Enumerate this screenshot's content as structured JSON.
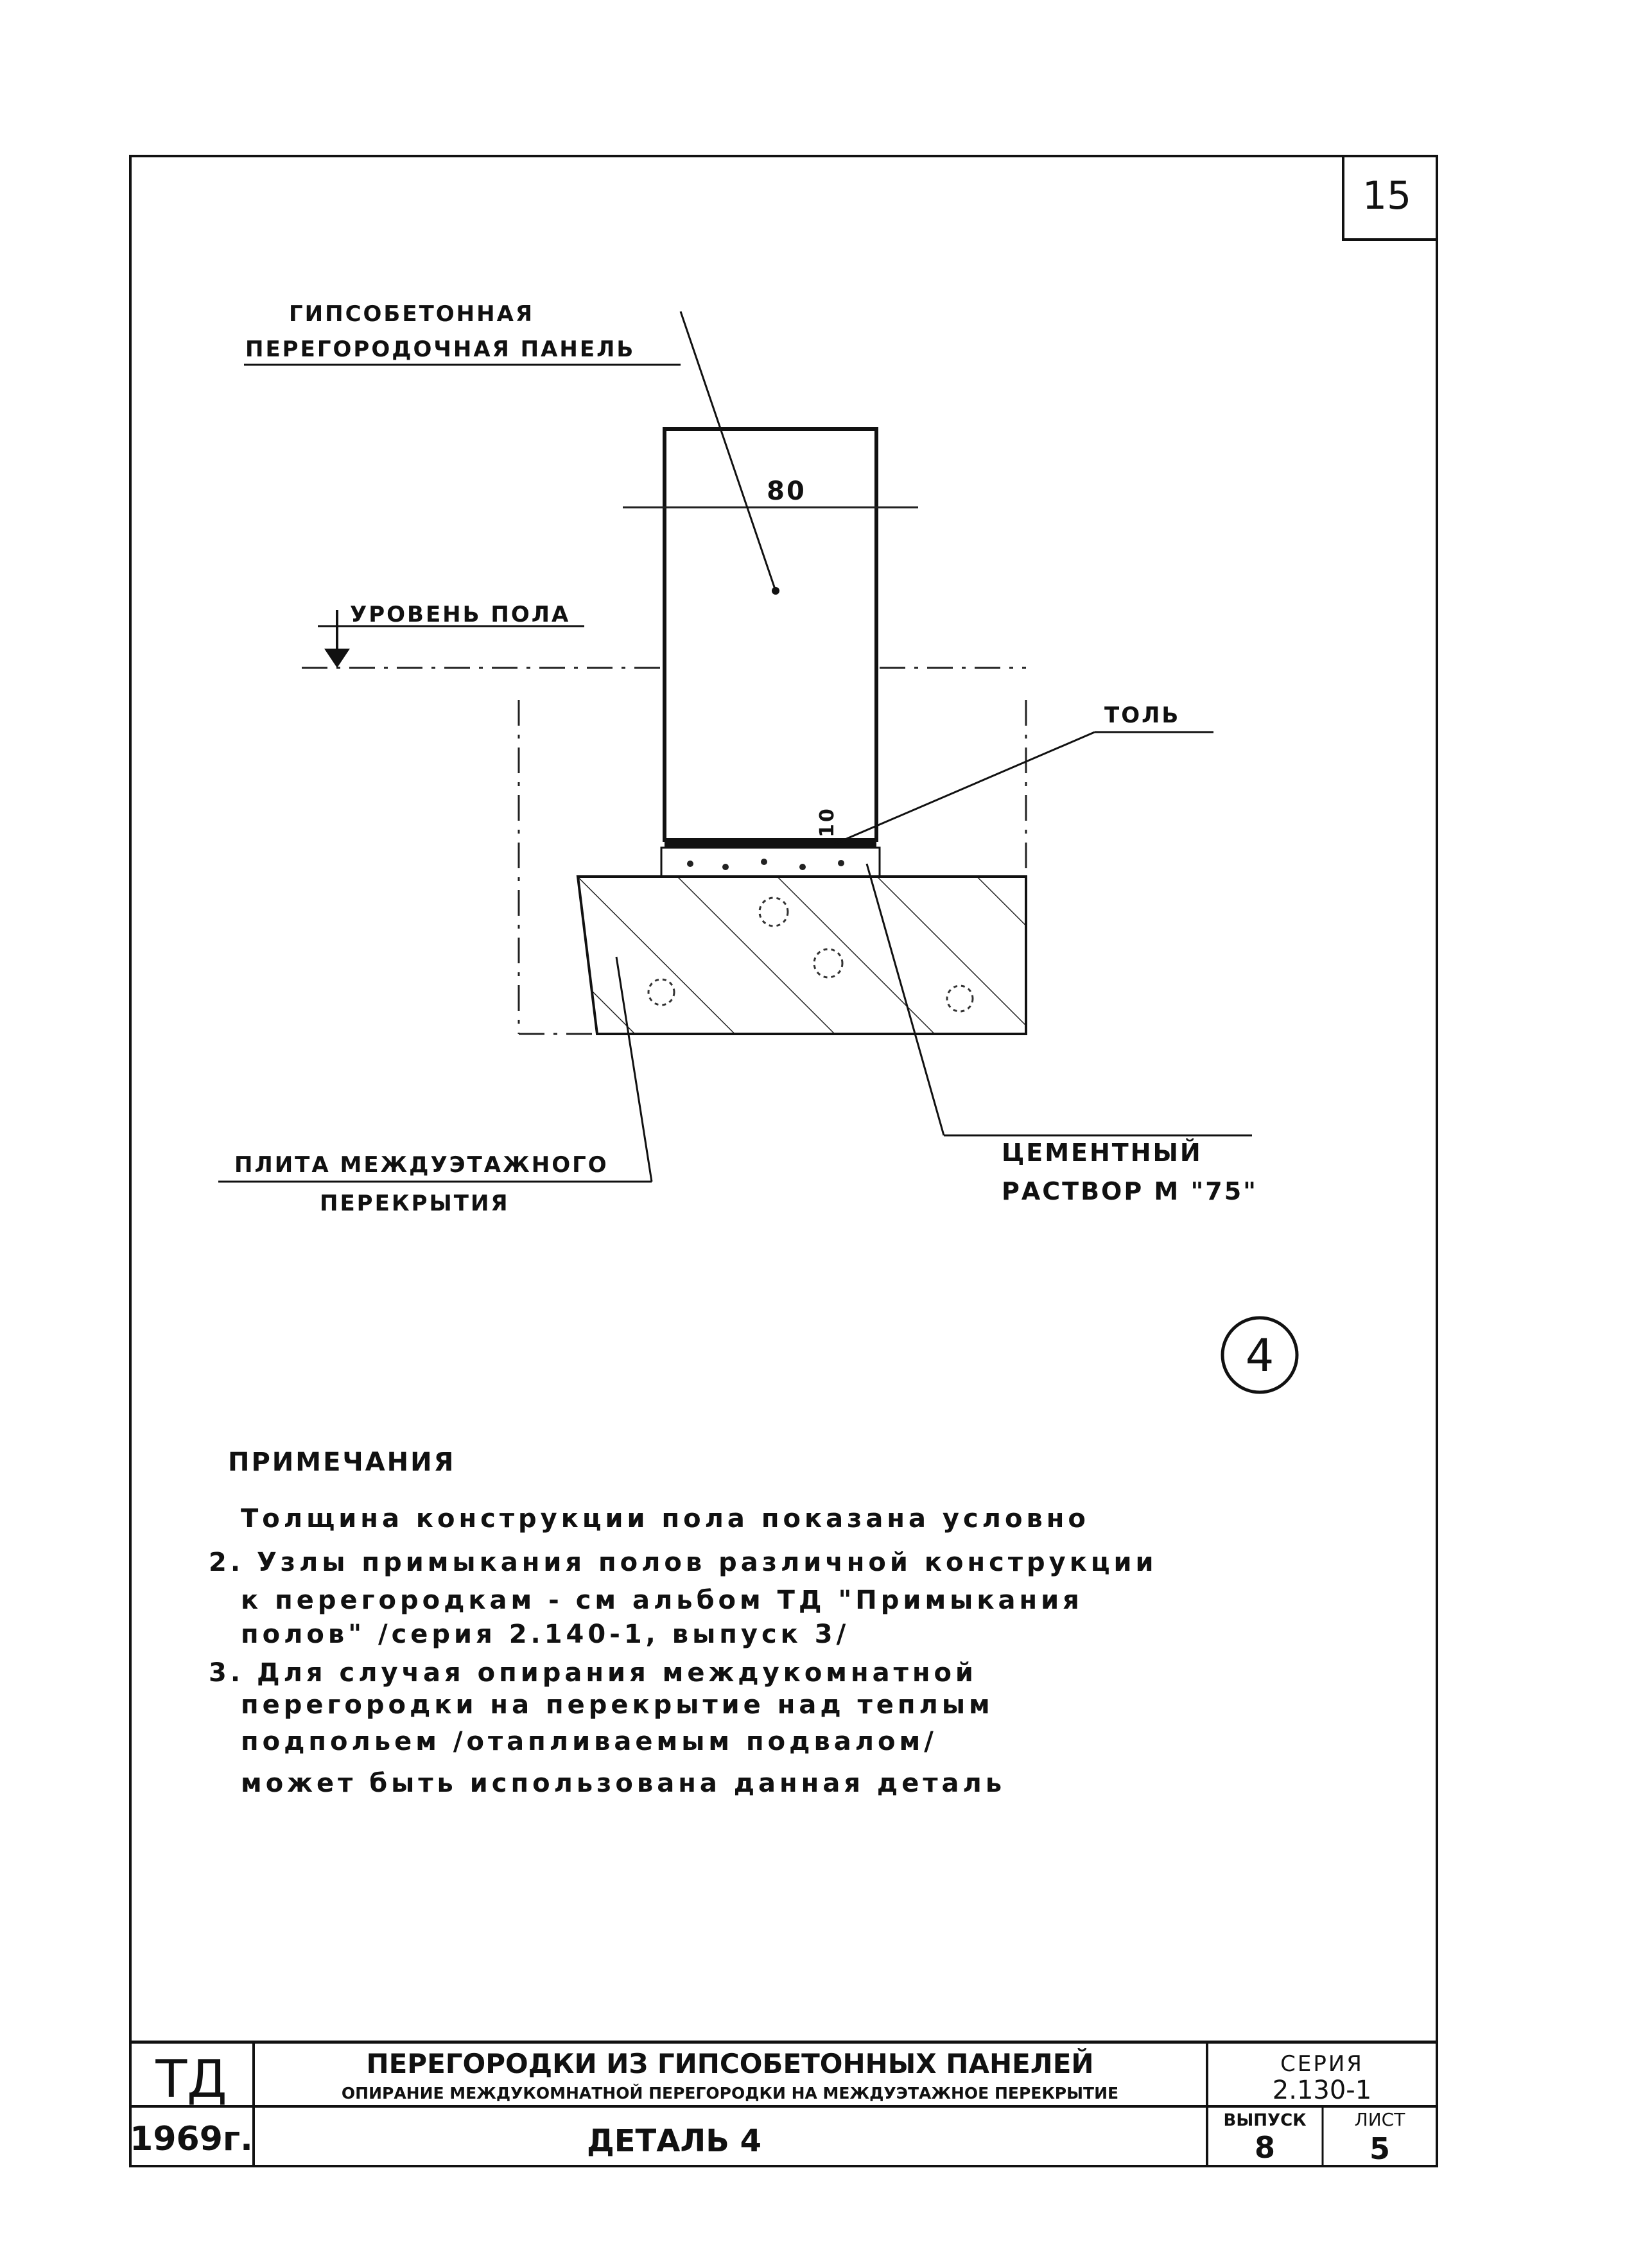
{
  "sheet_number": "15",
  "labels": {
    "panel": [
      "ГИПСОБЕТОННАЯ",
      "ПЕРЕГОРОДОЧНАЯ ПАНЕЛЬ"
    ],
    "floor_level": "УРОВЕНЬ ПОЛА",
    "tol": "ТОЛЬ",
    "slab": [
      "ПЛИТА МЕЖДУЭТАЖНОГО",
      "ПЕРЕКРЫТИЯ"
    ],
    "mortar": [
      "ЦЕМЕНТНЫЙ",
      "РАСТВОР М \"75\""
    ],
    "dim_width": "80",
    "dim_mortar": "10"
  },
  "detail_number": "4",
  "notes": {
    "heading": "ПРИМЕЧАНИЯ",
    "lines": [
      "Толщина конструкции пола показана условно",
      "2. Узлы примыкания полов различной конструкции",
      "к перегородкам - см альбом ТД \"Примыкания",
      "полов\" /серия 2.140-1, выпуск 3/",
      "3. Для случая опирания междукомнатной",
      "перегородки на перекрытие над теплым",
      "подпольем /отапливаемым подвалом/",
      "может быть использована данная деталь"
    ]
  },
  "title_block": {
    "org": "ТД",
    "year": "1969г.",
    "title": "ПЕРЕГОРОДКИ ИЗ ГИПСОБЕТОННЫХ ПАНЕЛЕЙ",
    "subtitle": "ОПИРАНИЕ МЕЖДУКОМНАТНОЙ ПЕРЕГОРОДКИ НА МЕЖДУЭТАЖНОЕ ПЕРЕКРЫТИЕ",
    "detail": "ДЕТАЛЬ 4",
    "series_label": "СЕРИЯ",
    "series": "2.130-1",
    "issue_label": "ВЫПУСК",
    "issue": "8",
    "sheet_label": "ЛИСТ",
    "sheet": "5"
  }
}
